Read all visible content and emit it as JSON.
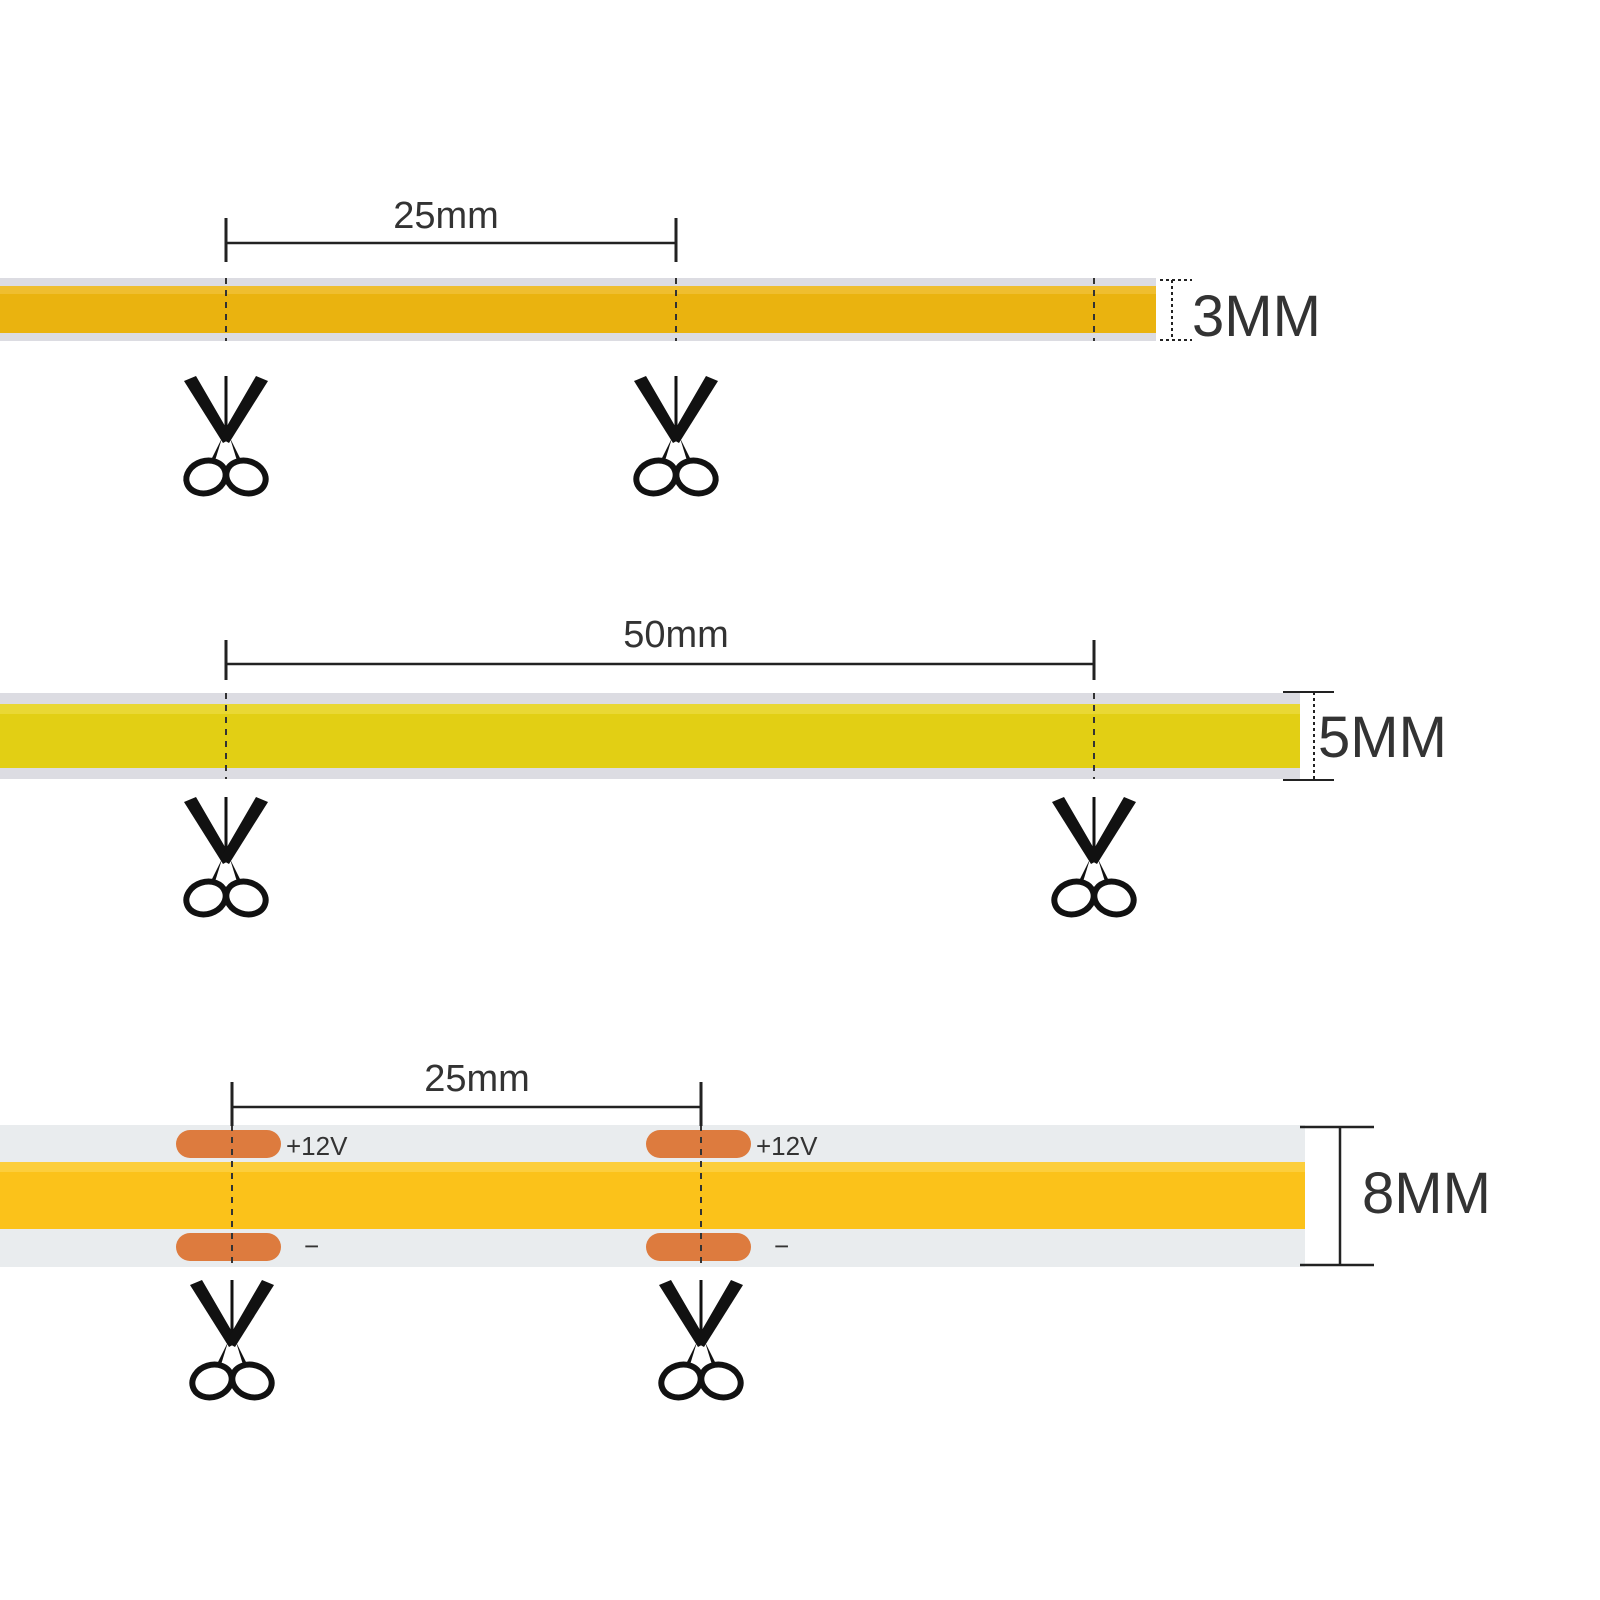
{
  "strips": [
    {
      "spacing": "25mm",
      "width": "3MM",
      "led_color": "#EAB30F"
    },
    {
      "spacing": "50mm",
      "width": "5MM",
      "led_color": "#E2CF14"
    },
    {
      "spacing": "25mm",
      "width": "8MM",
      "led_color": "#FBC21A",
      "pad_plus": "+12V",
      "pad_minus": "−"
    }
  ],
  "colors": {
    "pcb": "#DCDCE2",
    "pad": "#DD7B3E",
    "ink": "#111111"
  },
  "icons": {
    "cut_mark": "scissors-icon"
  }
}
